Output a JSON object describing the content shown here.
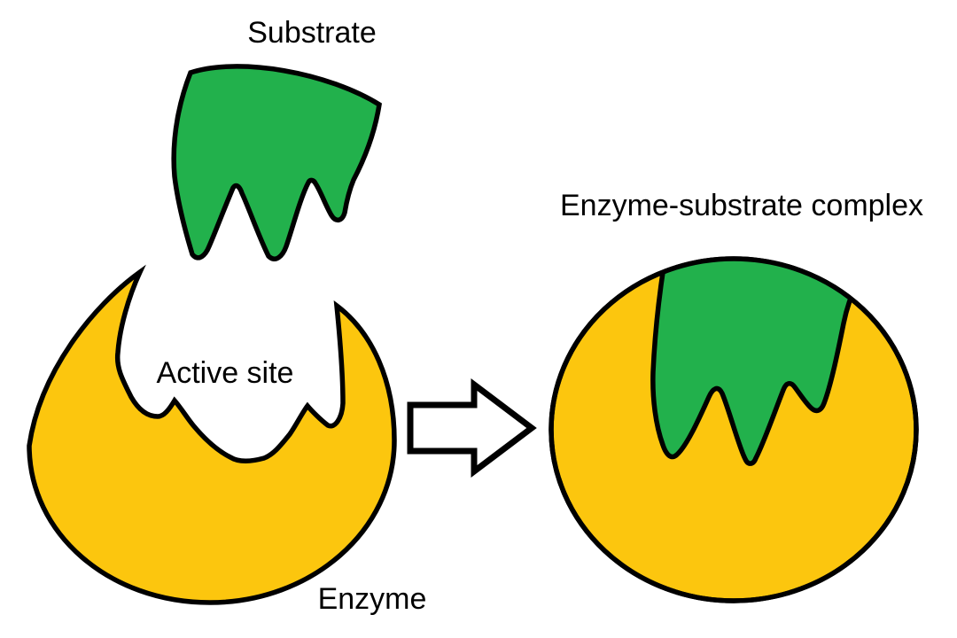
{
  "labels": {
    "substrate": "Substrate",
    "active_site": "Active site",
    "enzyme": "Enzyme",
    "complex": "Enzyme-substrate complex"
  },
  "colors": {
    "substrate_green": "#22B14C",
    "enzyme_yellow": "#FCC60E",
    "outline_black": "#000000",
    "background_white": "#FFFFFF"
  },
  "icons": {
    "arrow_right": "block-arrow-right"
  }
}
